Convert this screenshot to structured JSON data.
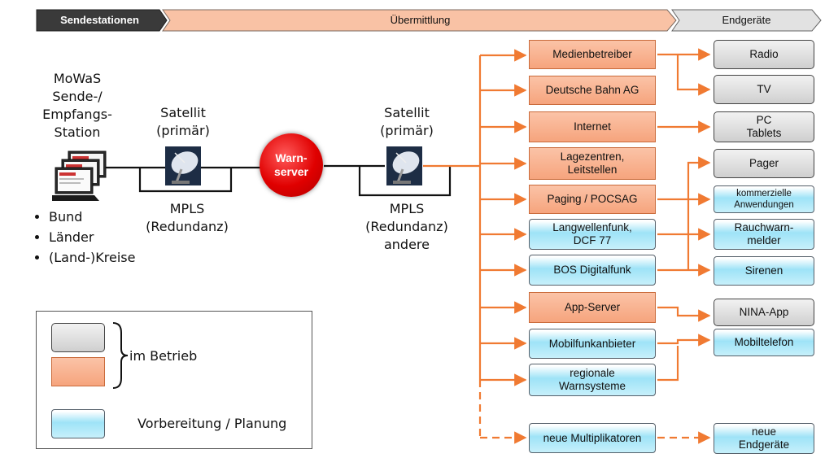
{
  "stages": {
    "sendestationen": "Sendestationen",
    "uebermittlung": "Übermittlung",
    "endgeraete": "Endgeräte"
  },
  "mowas": {
    "label": "MoWaS\nSende-/\nEmpfangs-\nStation",
    "bullets": [
      "Bund",
      "Länder",
      "(Land-)Kreise"
    ]
  },
  "satellite1": {
    "label": "Satellit\n(primär)",
    "mpls": "MPLS\n(Redundanz)"
  },
  "warnserver": {
    "label": "Warn-\nserver"
  },
  "satellite2": {
    "label": "Satellit\n(primär)",
    "mpls": "MPLS\n(Redundanz)\nandere"
  },
  "multiplicators": [
    "Medienbetreiber",
    "Deutsche Bahn AG",
    "Internet",
    "Lagezentren,\nLeitstellen",
    "Paging / POCSAG",
    "Langwellenfunk,\nDCF 77",
    "BOS Digitalfunk",
    "App-Server",
    "Mobilfunkanbieter",
    "regionale\nWarnsysteme",
    "neue Multiplikatoren"
  ],
  "devices": [
    "Radio",
    "TV",
    "PC\nTablets",
    "Pager",
    "kommerzielle\nAnwendungen",
    "Rauchwarn-\nmelder",
    "Sirenen",
    "NINA-App",
    "Mobiltelefon",
    "neue\nEndgeräte"
  ],
  "legend": {
    "in_operation": "im Betrieb",
    "planning": "Vorbereitung / Planung"
  },
  "colors": {
    "accent_orange": "#f07a32",
    "operating_orange": "#f8b08b",
    "operating_gray": "#d9d9d9",
    "planning_blue": "#9ee3f7",
    "server_red": "#e00000"
  }
}
